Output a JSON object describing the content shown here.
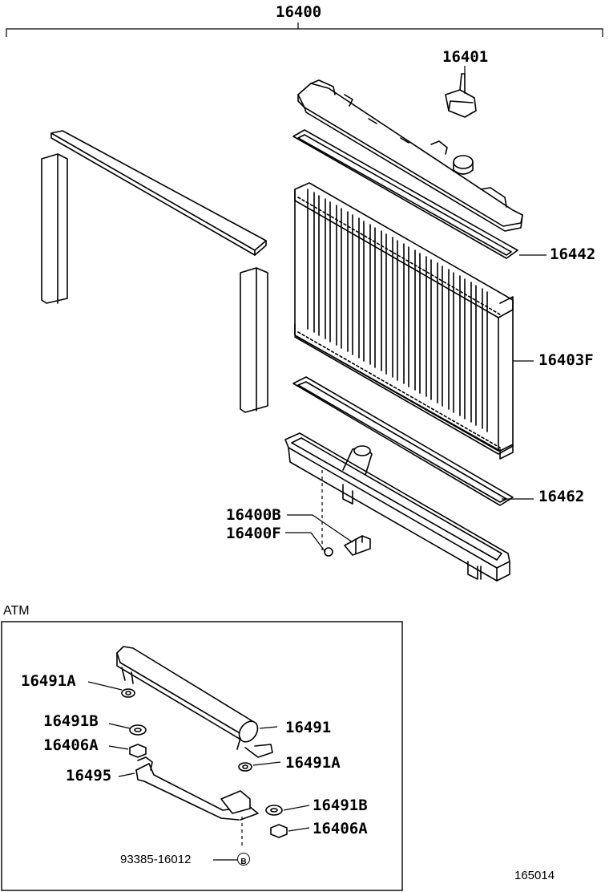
{
  "diagram": {
    "labels": {
      "assembly": "16400",
      "cap": "16401",
      "upper_gasket": "16442",
      "core": "16403F",
      "lower_gasket": "16462",
      "drain_cock": "16400B",
      "drain_plug": "16400F",
      "atm_title": "ATM",
      "cooler_washer_a_left": "16491A",
      "cooler_washer_b_left": "16491B",
      "cooler_nut_a_left": "16406A",
      "cooler_pipe": "16495",
      "cooler": "16491",
      "cooler_washer_a_right": "16491A",
      "cooler_washer_b_right": "16491B",
      "cooler_nut_a_right": "16406A",
      "bolt": "93385-16012",
      "bolt_symbol": "B",
      "figure_number": "165014"
    }
  }
}
